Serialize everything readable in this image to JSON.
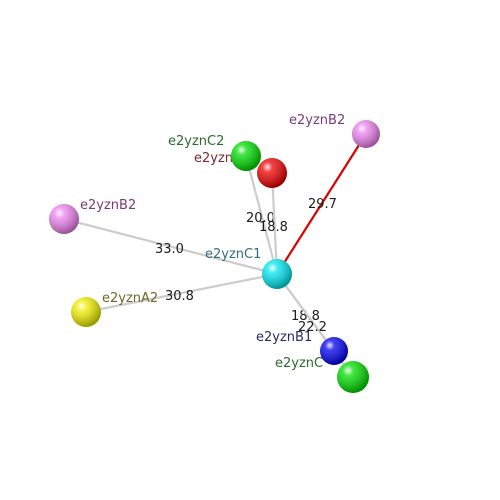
{
  "atoms": {
    "center": {
      "label": "e2yznC1",
      "color": "#00e5ee",
      "label_color": "#2e6e78"
    },
    "b2_top": {
      "label": "e2yznB2",
      "color": "#ee82ee",
      "label_color": "#7a3a78"
    },
    "c2_top": {
      "label": "e2yznC2",
      "color": "#00dd00",
      "label_color": "#2a6a2a"
    },
    "red": {
      "label": "e2yzn",
      "color": "#ee0000",
      "label_color": "#7a2a2a"
    },
    "b2_left": {
      "label": "e2yznB2",
      "color": "#ee82ee",
      "label_color": "#7a3a78"
    },
    "a2": {
      "label": "e2yznA2",
      "color": "#eeee00",
      "label_color": "#6a6a28"
    },
    "b1": {
      "label": "e2yznB1",
      "color": "#0000ee",
      "label_color": "#2a2a6a"
    },
    "c_low": {
      "label": "e2yznC",
      "color": "#00dd00",
      "label_color": "#2a6a2a"
    }
  },
  "bonds": [
    {
      "to": "b2_top",
      "distance": "29.7",
      "color": "#dd0000"
    },
    {
      "to": "c2_top",
      "distance": "20.0",
      "color": "#cccccc"
    },
    {
      "to": "red",
      "distance": "18.8",
      "color": "#cccccc"
    },
    {
      "to": "b2_left",
      "distance": "33.0",
      "color": "#cccccc"
    },
    {
      "to": "a2",
      "distance": "30.8",
      "color": "#cccccc"
    },
    {
      "to": "b1",
      "distance": "18.8",
      "color": "#cccccc"
    },
    {
      "to": "c_low",
      "distance": "22.2",
      "color": "#cccccc"
    }
  ]
}
